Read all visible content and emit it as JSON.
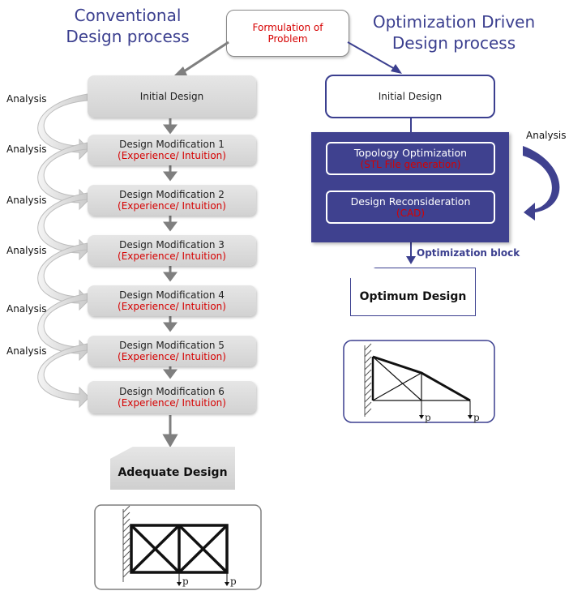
{
  "left_title": [
    "Conventional",
    "Design process"
  ],
  "right_title": [
    "Optimization Driven",
    "Design process"
  ],
  "formulation": [
    "Formulation of",
    "Problem"
  ],
  "left": {
    "initial": "Initial Design",
    "modifications": [
      {
        "title": "Design Modification 1",
        "sub": "(Experience/ Intuition)"
      },
      {
        "title": "Design Modification 2",
        "sub": "(Experience/ Intuition)"
      },
      {
        "title": "Design Modification 3",
        "sub": "(Experience/ Intuition)"
      },
      {
        "title": "Design Modification 4",
        "sub": "(Experience/ Intuition)"
      },
      {
        "title": "Design Modification 5",
        "sub": "(Experience/ Intuition)"
      },
      {
        "title": "Design Modification 6",
        "sub": "(Experience/ Intuition)"
      }
    ],
    "analysis_labels": [
      "Analysis",
      "Analysis",
      "Analysis",
      "Analysis",
      "Analysis",
      "Analysis"
    ],
    "result": "Adequate Design",
    "load_label": "p"
  },
  "right": {
    "initial": "Initial Design",
    "topology": {
      "title": "Topology Optimization",
      "sub": "(STL File generation)"
    },
    "reconsideration": {
      "title": "Design Reconsideration",
      "sub": "(CAD)"
    },
    "analysis_label": "Analysis",
    "block_label": "Optimization block",
    "result": "Optimum Design",
    "load_label": "p"
  },
  "colors": {
    "accent": "#3b3f8f",
    "block": "#3f418f",
    "red": "#d60000",
    "gray_arrow": "#7f7f7f"
  }
}
